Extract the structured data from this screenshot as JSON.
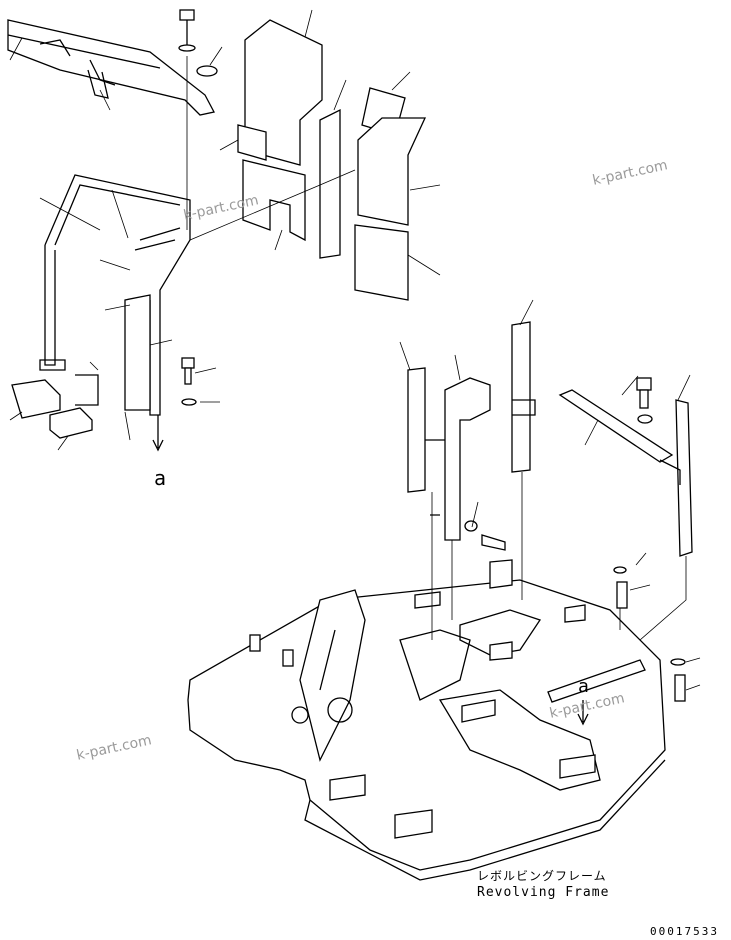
{
  "callouts": {
    "a_top": "a",
    "a_bottom": "a"
  },
  "frame": {
    "label_ja": "レボルビングフレーム",
    "label_en": "Revolving Frame"
  },
  "drawing_number": "00017533",
  "watermarks": [
    "k-part.com",
    "k-part.com",
    "k-part.com",
    "k-part.com"
  ],
  "colors": {
    "line": "#000000",
    "background": "#ffffff",
    "watermark": "#9a9a9a"
  }
}
